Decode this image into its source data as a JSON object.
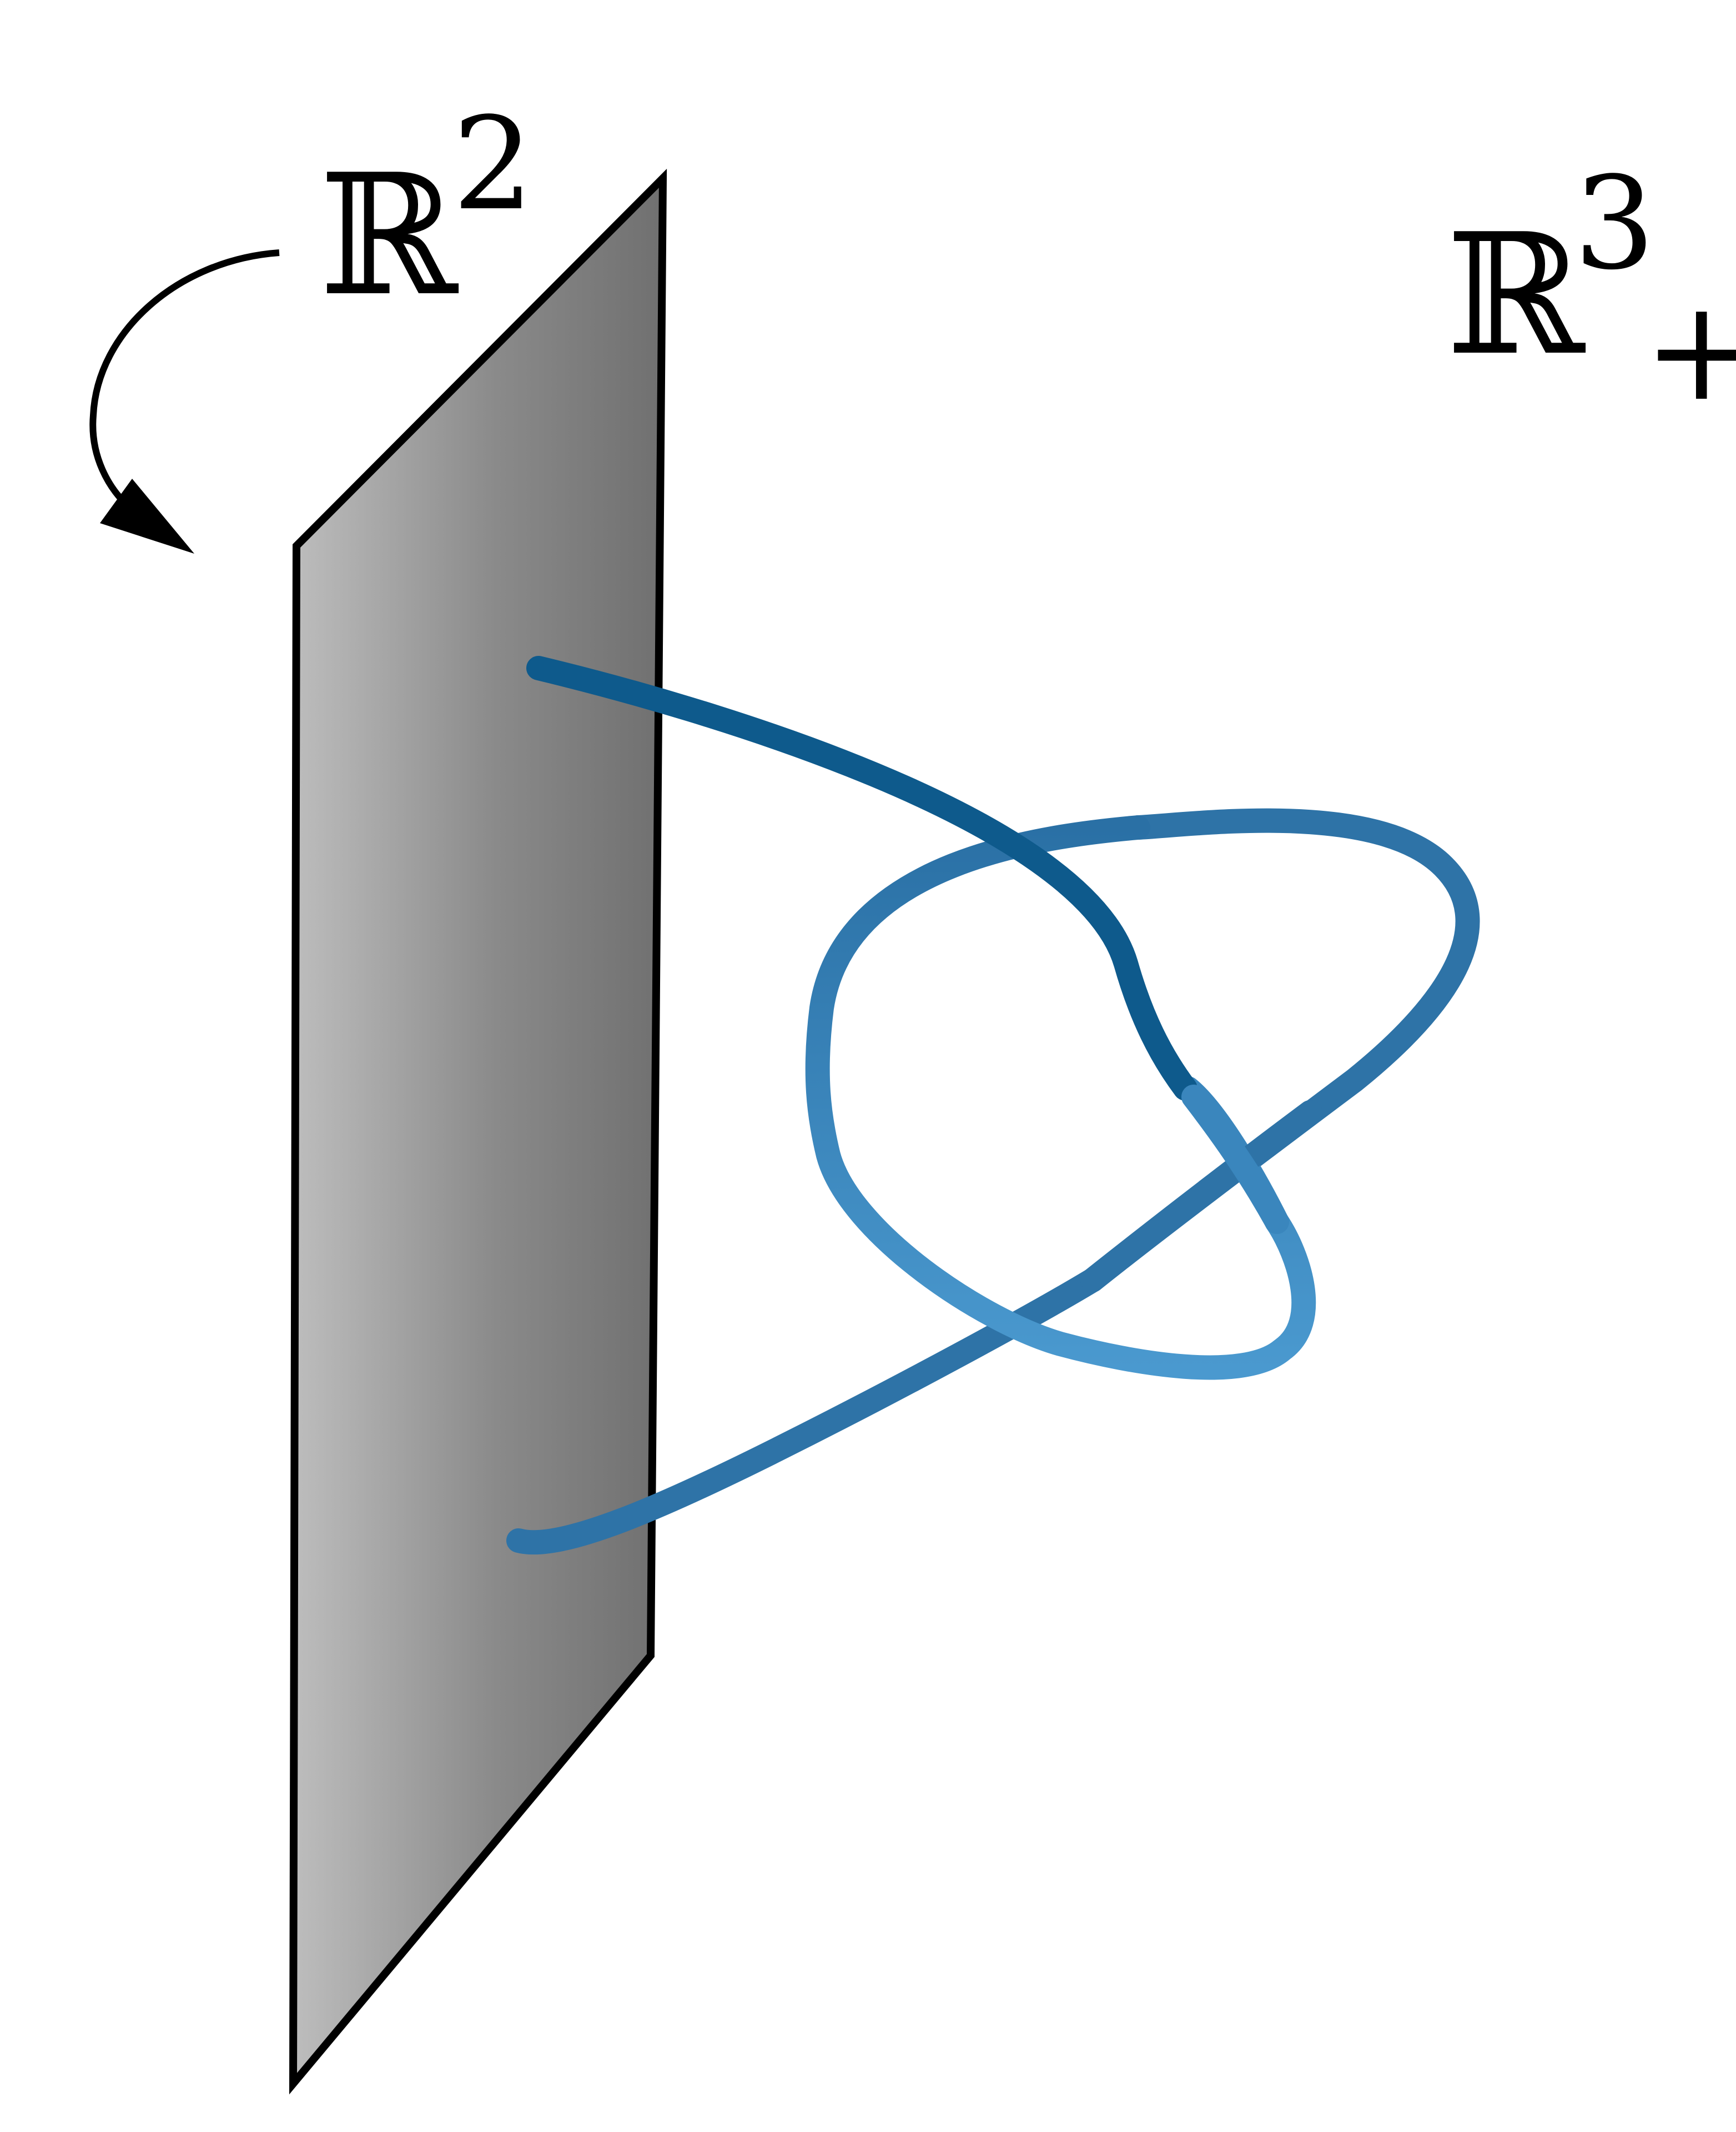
{
  "labels": {
    "plane": {
      "base": "ℝ",
      "sup": "2"
    },
    "half_space": {
      "base": "ℝ",
      "sup": "3",
      "sub": "+"
    }
  },
  "colors": {
    "background": "#ffffff",
    "plane_fill_light": "#bdbdbd",
    "plane_fill_dark": "#707070",
    "plane_edge": "#000000",
    "knot_dark": "#0e5a8c",
    "knot_mid": "#2e73a7",
    "knot_light": "#4a99cf",
    "arrow": "#000000",
    "text": "#000000"
  },
  "icons": {
    "rotation_arrow": "curved-arrow-icon"
  }
}
